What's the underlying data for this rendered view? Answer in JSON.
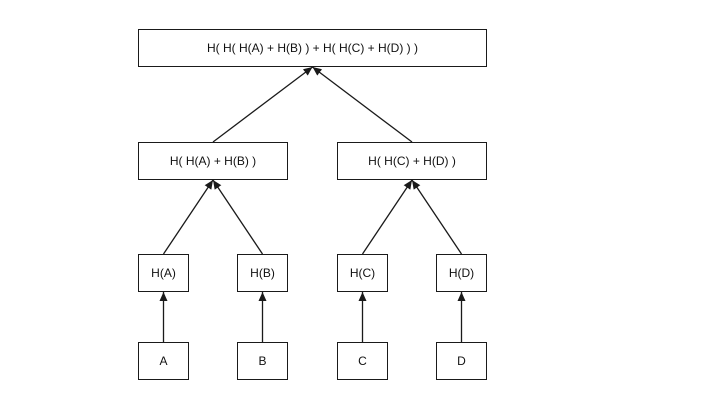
{
  "diagram": {
    "nodes": {
      "root": "H( H( H(A) + H(B) ) + H( H(C) + H(D) ) )",
      "hab": "H( H(A) + H(B) )",
      "hcd": "H( H(C) + H(D) )",
      "ha": "H(A)",
      "hb": "H(B)",
      "hc": "H(C)",
      "hd": "H(D)",
      "a": "A",
      "b": "B",
      "c": "C",
      "d": "D"
    },
    "edges": [
      {
        "from": "hab",
        "to": "root"
      },
      {
        "from": "hcd",
        "to": "root"
      },
      {
        "from": "ha",
        "to": "hab"
      },
      {
        "from": "hb",
        "to": "hab"
      },
      {
        "from": "hc",
        "to": "hcd"
      },
      {
        "from": "hd",
        "to": "hcd"
      },
      {
        "from": "a",
        "to": "ha"
      },
      {
        "from": "b",
        "to": "hb"
      },
      {
        "from": "c",
        "to": "hc"
      },
      {
        "from": "d",
        "to": "hd"
      }
    ],
    "colors": {
      "stroke": "#1a1a1a",
      "text": "#111111",
      "background": "#ffffff"
    }
  }
}
